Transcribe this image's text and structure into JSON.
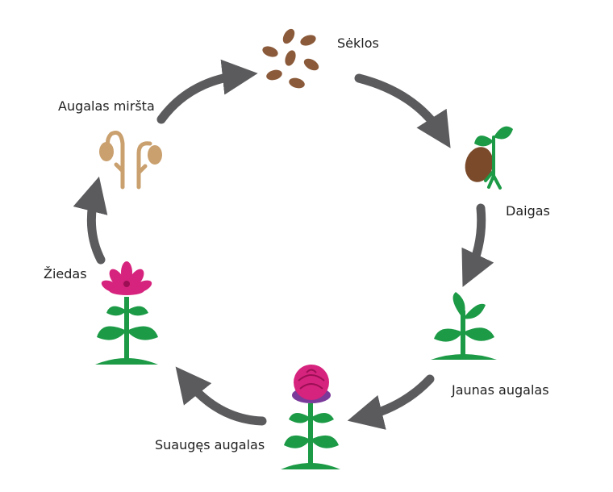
{
  "diagram": {
    "stages": {
      "seeds": "Sėklos",
      "sprout": "Daigas",
      "young_plant": "Jaunas augalas",
      "mature_plant": "Suaugęs augalas",
      "flower": "Žiedas",
      "dying_plant": "Augalas miršta"
    },
    "colors": {
      "arrow": "#5b5b5e",
      "seed": "#8a5a3a",
      "leaf_green": "#1c9a46",
      "wilted": "#c9a06e",
      "flower_pink": "#d6237d",
      "flower_purple": "#7a3a9a"
    }
  }
}
